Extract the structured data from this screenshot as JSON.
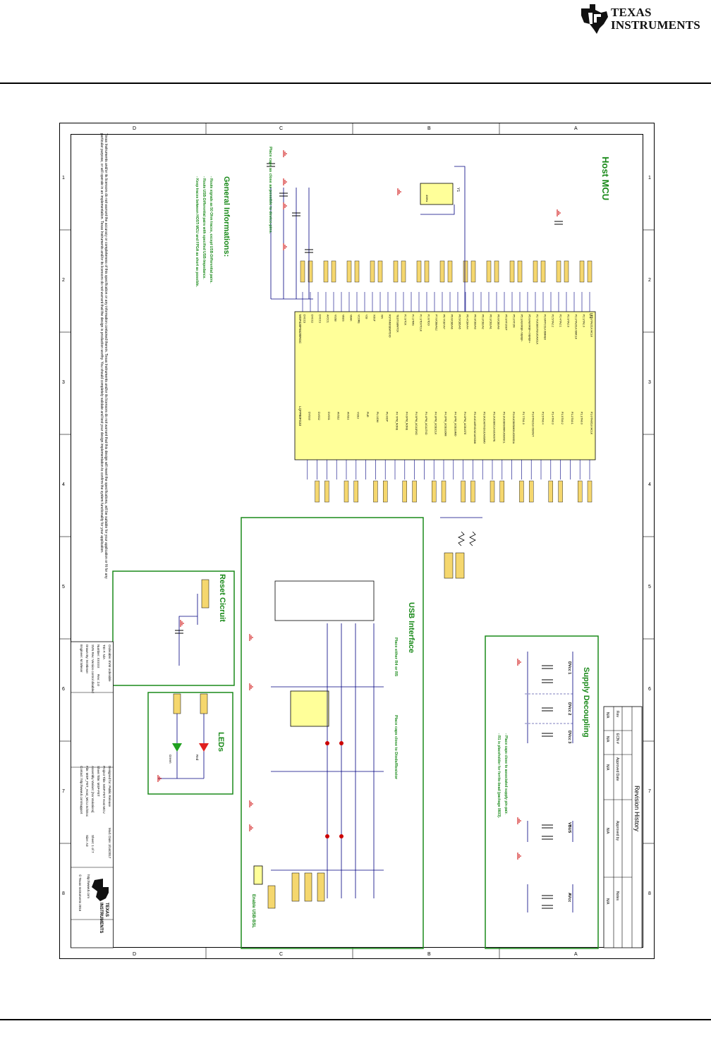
{
  "header": {
    "logo_line1": "TEXAS",
    "logo_line2": "INSTRUMENTS",
    "logo_icon": "texas-state-icon"
  },
  "schematic": {
    "zones_top": [
      "D",
      "C",
      "B",
      "A"
    ],
    "zones_side": [
      "1",
      "2",
      "3",
      "4",
      "5",
      "6",
      "7",
      "8"
    ],
    "sections": {
      "host_mcu": "Host MCU",
      "general_info": "General Informations:",
      "reset": "Reset Cicruit",
      "usb": "USB Interface",
      "supply": "Supply Decoupling",
      "leds": "LEDs",
      "revision": "Revision History"
    },
    "mcu": {
      "ref": "U1",
      "part_top": "MSP430F5528IRGC",
      "part_bottom": "LQFP80FG33",
      "left_pins": [
        "P2.0/TA1CLK/ACLK",
        "P2.1/TA1.0",
        "P2.2/TA2CLK/SMCLK",
        "P2.3/TA2.0",
        "P2.4/TA2.1",
        "P2.5/TA2.2",
        "P2.6/RTCCLK/DMAE0",
        "P2.7/UCB0STE/UCA0CLK",
        "P5.0/A8/VREF+/VEREF+",
        "P5.1/A9/VREF-/VEREF-",
        "P5.2/XT2IN",
        "P5.3/XT2OUT",
        "P6.0/CB0/A0",
        "P6.1/CB1/A1",
        "P6.2/CB2/A2",
        "P6.3/CB3/A3",
        "P6.4/CB4/A4",
        "P6.5/CB5/A5",
        "P6.6/CB6/A6",
        "P6.7/CB7/A7",
        "P7.0/CB8/A12",
        "PJ.0/TDO",
        "PJ.1/TDI/TCLK",
        "PJ.2/TMS",
        "PJ.3/TCK",
        "TEST/SBWTCK",
        "RST/NMI/SBWTDIO",
        "XIN",
        "XOUT",
        "V18",
        "VCORE",
        "VBAK",
        "VBUS",
        "VUSB",
        "AVCC1",
        "DVCC1",
        "DVCC2",
        "DVCC3"
      ],
      "right_pins": [
        "P1.0/TA0CLK/ACLK",
        "P1.1/TA0.0",
        "P1.2/TA0.1",
        "P1.3/TA0.2",
        "P1.4/TA0.3",
        "P1.5/TA0.4",
        "P1.6/TA1CLK/CBOUT",
        "P1.7/TA1.0",
        "P3.0/UCB0SIMO/UCB0SDA",
        "P3.1/UCB0SOMI/UCB0SCL",
        "P3.2/UCB0CLK/UCA0STE",
        "P3.3/UCA0TXD/UCA0SIMO",
        "P3.4/UCA0RXD/UCA0SOMI",
        "P4.0/PM_UCB1STE",
        "P4.1/PM_UCB1SIMO",
        "P4.2/PM_UCB1SOMI",
        "P4.3/PM_UCB1CLK",
        "P4.4/PM_UCA1TXD",
        "P4.5/PM_UCA1RXD",
        "P4.6/PM_NONE",
        "P4.7/PM_NONE",
        "PU.0/DP",
        "PU.1/DM",
        "PUR",
        "VSSU",
        "AVSS1",
        "AVSS2",
        "DVSS1",
        "DVSS2",
        "DVSS3"
      ]
    },
    "crystal": {
      "ref": "Y1",
      "value": "4MHz"
    },
    "general_notes": [
      "- Route signals as 50 Ohm traces, except USB-Differential pairs.",
      "- Route USB-Differential pairs with specified USB-Impedance.",
      "- Keep traces between HOST-MCU and FPGA as short as possible."
    ],
    "caps_note": "Place caps as close as possible to device-pins.",
    "usb_notes": [
      "Place either R4 or R5",
      "Place caps close to Diode/Resistor"
    ],
    "supply_notes": [
      "- Place caps close to associated supply pin-pair.",
      "- R1 is placeholder for ferrite-bead (package 0603)."
    ],
    "supply_groups": [
      "DVcc 1",
      "DVcc 2",
      "DVcc 3",
      "VBUS",
      "AVcc"
    ],
    "bsl_label": "Enable USB-BSL",
    "led_labels": [
      "Red",
      "Green"
    ],
    "revision": {
      "headers": [
        "Rev",
        "ECN #",
        "Approved Date",
        "Approved by",
        "Notes"
      ],
      "row": [
        "N/A",
        "N/A",
        "N/A",
        "N/A",
        "N/A"
      ]
    },
    "title_block": {
      "orderable": "Orderable: EVM orderable",
      "tid": "TID #: N/A",
      "number": "Number: XXXXX",
      "rev": "Rev: 2.0",
      "svn": "SVN Rev: Version control disabled",
      "drawn": "Drawn By: M.Wieser",
      "engineer": "Engineer: M.Wieser",
      "designed_for": "Designed for: Public Release",
      "mod_date": "Mod. Date: 3/16/2017",
      "project": "Project Title: MSP-FET Host MCU",
      "sheet_title": "Sheet Title: MSP-FET",
      "assembly": "Assembly Variant: [No Variations]",
      "file": "File: MSP_FET_Host_MCU.SchDoc",
      "sheet": "Sheet: 1 of 7",
      "size": "Size: A3",
      "contact": "Contact: http://www.ti.com/support",
      "url": "http://www.ti.com",
      "copyright": "© Texas Instruments 2016",
      "disclaimer": "Texas Instruments and/or its licensors do not warrant the accuracy or completeness of this specification or any information contained therein. Texas Instruments and/or its licensors do not warrant that this design will meet the specifications, will be suitable for your application or fit for any particular purpose, or will operate in an implementation. Texas Instruments and/or its licensors do not warrant that the design is production worthy. You should completely validate and test your design implementation to confirm the system functionality for your application."
    },
    "colors": {
      "border": "#000000",
      "section_box": "#1a8a1a",
      "section_title": "#1a8a1a",
      "chip_fill": "#ffff99",
      "net_tag": "#f5d76e",
      "wire": "#000080",
      "gnd": "#cc0000",
      "led_red": "#e02020",
      "led_green": "#20a020"
    }
  }
}
